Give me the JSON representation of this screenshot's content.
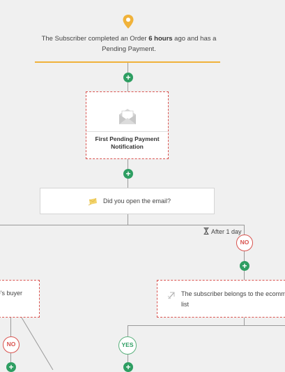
{
  "trigger": {
    "text_before": "The Subscriber completed an Order ",
    "text_bold": "6 hours",
    "text_after": " ago and has a Pending Payment.",
    "icon": "location-pin-icon",
    "accent": "#f0b23a"
  },
  "email_step": {
    "title": "First Pending Payment Notification",
    "icon": "envelope-icon"
  },
  "question_step": {
    "text": "Did you open the email?",
    "icon": "email-open-question-icon"
  },
  "delay": {
    "text": "After 1 day",
    "icon": "hourglass-icon"
  },
  "branches": {
    "no_label": "NO",
    "yes_label": "YES"
  },
  "condition_left": {
    "text": "e's buyer"
  },
  "condition_right": {
    "line1": "The subscriber belongs to the ecomme",
    "line2": "list",
    "icon": "tag-condition-icon"
  },
  "add_step_label": "+",
  "colors": {
    "add_button": "#2e9e62",
    "no_badge": "#d9534f",
    "yes_badge": "#5cb27e",
    "connector": "#9a9a9a"
  }
}
